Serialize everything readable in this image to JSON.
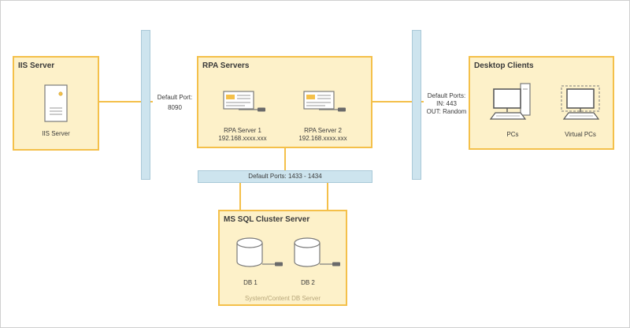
{
  "iis": {
    "title": "IIS Server",
    "server_label": "IIS Server"
  },
  "rpa": {
    "title": "RPA Servers",
    "servers": [
      {
        "name": "RPA Server 1",
        "ip": "192.168.xxxx.xxx"
      },
      {
        "name": "RPA Server 2",
        "ip": "192.168.xxxx.xxx"
      }
    ]
  },
  "desktop": {
    "title": "Desktop Clients",
    "pcs_label": "PCs",
    "virtual_label": "Virtual PCs"
  },
  "sql": {
    "title": "MS SQL Cluster Server",
    "dbs": [
      "DB 1",
      "DB 2"
    ],
    "footer": "System/Content DB Server"
  },
  "ports": {
    "iis_line1": "Default Port:",
    "iis_line2": "8090",
    "desktop_line1": "Default Ports:",
    "desktop_line2": "IN: 443",
    "desktop_line3": "OUT: Random",
    "sql_bar": "Default Ports: 1433 - 1434"
  },
  "colors": {
    "box_fill": "#fdf1c9",
    "box_border": "#f4c04a",
    "bar_fill": "#cde4ee",
    "line": "#f4c04a"
  }
}
